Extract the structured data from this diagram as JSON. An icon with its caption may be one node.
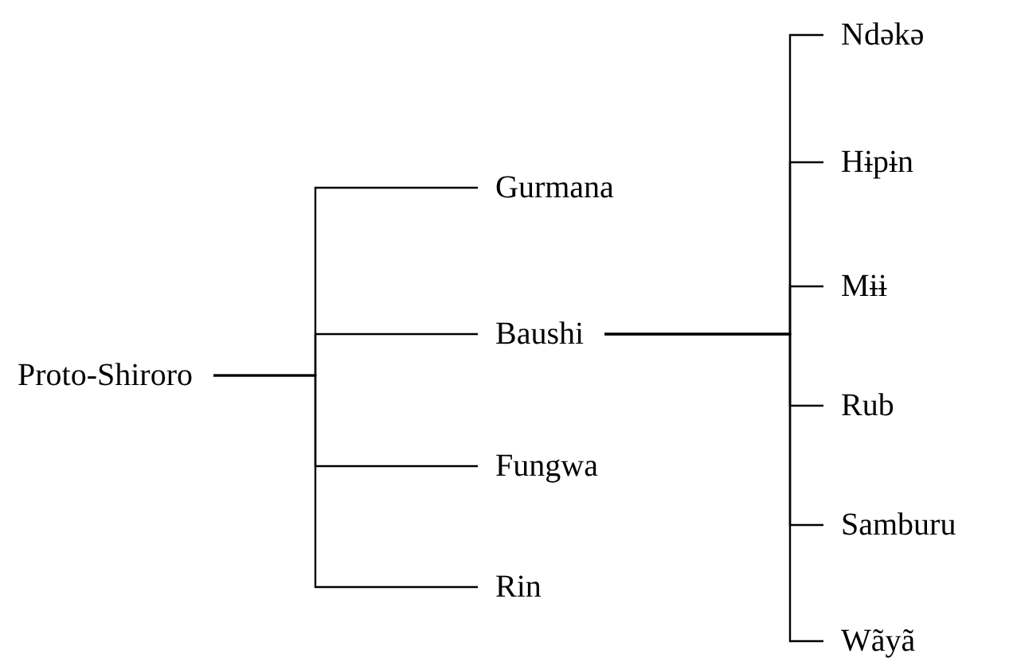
{
  "diagram": {
    "nodes": [
      {
        "text": [
          "Proto-Shiroro"
        ]
      },
      {
        "text": [
          "Gurmana"
        ]
      },
      {
        "text": [
          "Baushi"
        ]
      },
      {
        "text": [
          "Fungwa"
        ]
      },
      {
        "text": [
          "Rin"
        ]
      },
      {
        "text": [
          "Ndəkə"
        ]
      },
      {
        "text": [
          "Hɨpɨn"
        ]
      },
      {
        "text": [
          "Mɨɨ"
        ]
      },
      {
        "text": [
          "Rub"
        ]
      },
      {
        "text": [
          "Samburu"
        ]
      },
      {
        "text": [
          "Wãyã"
        ]
      }
    ],
    "edges": [
      {
        "from": 0,
        "to": 1,
        "arrow": "none"
      },
      {
        "from": 0,
        "to": 2,
        "arrow": "none"
      },
      {
        "from": 0,
        "to": 3,
        "arrow": "none"
      },
      {
        "from": 0,
        "to": 4,
        "arrow": "none"
      },
      {
        "from": 2,
        "to": 5,
        "arrow": "none"
      },
      {
        "from": 2,
        "to": 6,
        "arrow": "none"
      },
      {
        "from": 2,
        "to": 7,
        "arrow": "none"
      },
      {
        "from": 2,
        "to": 8,
        "arrow": "none"
      },
      {
        "from": 2,
        "to": 9,
        "arrow": "none"
      },
      {
        "from": 2,
        "to": 10,
        "arrow": "none"
      }
    ]
  }
}
